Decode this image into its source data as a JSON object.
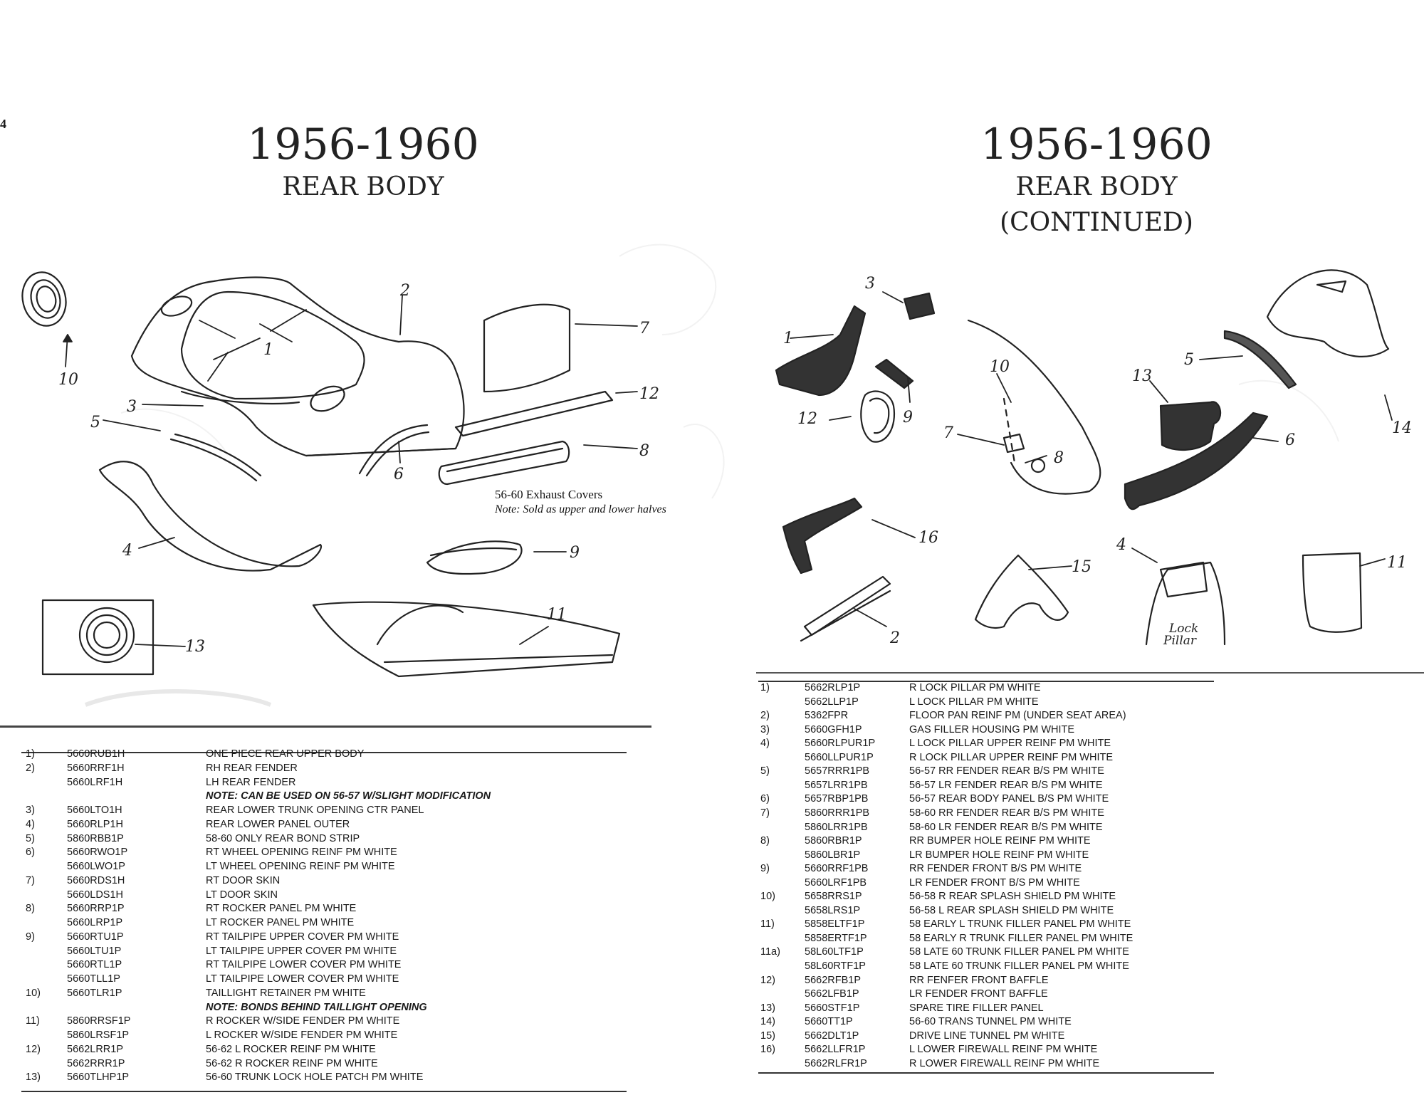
{
  "page_mark": "4",
  "left_header": {
    "year": "1956-1960",
    "title": "REAR BODY"
  },
  "right_header": {
    "year": "1956-1960",
    "title": "REAR BODY",
    "subtitle": "(CONTINUED)"
  },
  "left_caption": {
    "line1": "56-60 Exhaust Covers",
    "line2": "Note:  Sold as upper and lower halves"
  },
  "left_callouts": [
    "1",
    "2",
    "3",
    "4",
    "5",
    "6",
    "7",
    "8",
    "9",
    "10",
    "11",
    "12",
    "13"
  ],
  "right_callouts": [
    "1",
    "2",
    "3",
    "4",
    "5",
    "6",
    "7",
    "8",
    "9",
    "10",
    "12",
    "13",
    "14",
    "15",
    "16",
    "11"
  ],
  "right_lock_pillar_label": [
    "Lock",
    "Pillar"
  ],
  "left_table": [
    {
      "idx": "1)",
      "pn": "5660RUB1H",
      "desc": "ONE PIECE REAR UPPER BODY"
    },
    {
      "idx": "2)",
      "pn": "5660RRF1H",
      "desc": "RH REAR FENDER"
    },
    {
      "idx": "",
      "pn": "5660LRF1H",
      "desc": "LH  REAR FENDER"
    },
    {
      "idx": "",
      "pn": "",
      "desc": "NOTE: CAN BE USED ON 56-57 W/SLIGHT MODIFICATION",
      "note": true
    },
    {
      "idx": "3)",
      "pn": "5660LTO1H",
      "desc": "REAR LOWER TRUNK OPENING CTR PANEL"
    },
    {
      "idx": "4)",
      "pn": "5660RLP1H",
      "desc": "REAR LOWER PANEL OUTER"
    },
    {
      "idx": "5)",
      "pn": "5860RBB1P",
      "desc": "58-60 ONLY REAR BOND STRIP"
    },
    {
      "idx": "6)",
      "pn": "5660RWO1P",
      "desc": "RT WHEEL OPENING REINF PM WHITE"
    },
    {
      "idx": "",
      "pn": "5660LWO1P",
      "desc": "LT WHEEL OPENING REINF PM WHITE"
    },
    {
      "idx": "7)",
      "pn": "5660RDS1H",
      "desc": "RT DOOR SKIN"
    },
    {
      "idx": "",
      "pn": "5660LDS1H",
      "desc": "LT DOOR SKIN"
    },
    {
      "idx": "8)",
      "pn": "5660RRP1P",
      "desc": "RT ROCKER PANEL PM WHITE"
    },
    {
      "idx": "",
      "pn": "5660LRP1P",
      "desc": "LT ROCKER PANEL PM WHITE"
    },
    {
      "idx": "9)",
      "pn": "5660RTU1P",
      "desc": "RT TAILPIPE UPPER COVER PM WHITE"
    },
    {
      "idx": "",
      "pn": "5660LTU1P",
      "desc": "LT TAILPIPE UPPER COVER PM WHITE"
    },
    {
      "idx": "",
      "pn": "5660RTL1P",
      "desc": "RT TAILPIPE LOWER COVER PM WHITE"
    },
    {
      "idx": "",
      "pn": "5660TLL1P",
      "desc": "LT TAILPIPE LOWER COVER PM WHITE"
    },
    {
      "idx": "10)",
      "pn": "5660TLR1P",
      "desc": "TAILLIGHT RETAINER PM WHITE"
    },
    {
      "idx": "",
      "pn": "",
      "desc": "NOTE: BONDS BEHIND TAILLIGHT OPENING",
      "note": true
    },
    {
      "idx": "11)",
      "pn": "5860RRSF1P",
      "desc": "R ROCKER W/SIDE FENDER PM WHITE"
    },
    {
      "idx": "",
      "pn": "5860LRSF1P",
      "desc": "L ROCKER W/SIDE FENDER PM WHITE"
    },
    {
      "idx": "12)",
      "pn": "5662LRR1P",
      "desc": "56-62 L ROCKER REINF PM WHITE"
    },
    {
      "idx": "",
      "pn": "5662RRR1P",
      "desc": "56-62 R ROCKER REINF PM WHITE"
    },
    {
      "idx": "13)",
      "pn": "5660TLHP1P",
      "desc": "56-60 TRUNK LOCK HOLE PATCH PM WHITE"
    }
  ],
  "right_table": [
    {
      "idx": "1)",
      "pn": "5662RLP1P",
      "desc": "R LOCK PILLAR PM WHITE"
    },
    {
      "idx": "",
      "pn": "5662LLP1P",
      "desc": "L LOCK PILLAR PM WHITE"
    },
    {
      "idx": "2)",
      "pn": "5362FPR",
      "desc": "FLOOR PAN REINF PM (UNDER SEAT AREA)"
    },
    {
      "idx": "3)",
      "pn": "5660GFH1P",
      "desc": "GAS FILLER HOUSING PM WHITE"
    },
    {
      "idx": "4)",
      "pn": "5660RLPUR1P",
      "desc": "L LOCK PILLAR UPPER REINF PM WHITE"
    },
    {
      "idx": "",
      "pn": "5660LLPUR1P",
      "desc": "R LOCK PILLAR UPPER REINF PM WHITE"
    },
    {
      "idx": "5)",
      "pn": "5657RRR1PB",
      "desc": "56-57 RR FENDER REAR B/S PM WHITE"
    },
    {
      "idx": "",
      "pn": "5657LRR1PB",
      "desc": "56-57 LR FENDER REAR B/S PM WHITE"
    },
    {
      "idx": "6)",
      "pn": "5657RBP1PB",
      "desc": "56-57 REAR BODY PANEL B/S PM WHITE"
    },
    {
      "idx": "7)",
      "pn": "5860RRR1PB",
      "desc": "58-60 RR FENDER REAR B/S PM WHITE"
    },
    {
      "idx": "",
      "pn": "5860LRR1PB",
      "desc": "58-60 LR FENDER REAR B/S PM WHITE"
    },
    {
      "idx": "8)",
      "pn": "5860RBR1P",
      "desc": "RR BUMPER HOLE REINF PM WHITE"
    },
    {
      "idx": "",
      "pn": "5860LBR1P",
      "desc": "LR BUMPER HOLE REINF PM WHITE"
    },
    {
      "idx": "9)",
      "pn": "5660RRF1PB",
      "desc": "RR FENDER FRONT B/S PM WHITE"
    },
    {
      "idx": "",
      "pn": "5660LRF1PB",
      "desc": "LR FENDER FRONT B/S PM WHITE"
    },
    {
      "idx": "10)",
      "pn": "5658RRS1P",
      "desc": "56-58 R REAR SPLASH SHIELD PM WHITE"
    },
    {
      "idx": "",
      "pn": "5658LRS1P",
      "desc": "56-58 L REAR SPLASH SHIELD PM WHITE"
    },
    {
      "idx": "11)",
      "pn": "5858ELTF1P",
      "desc": "58 EARLY L TRUNK FILLER PANEL PM WHITE"
    },
    {
      "idx": "",
      "pn": "5858ERTF1P",
      "desc": "58 EARLY R TRUNK FILLER PANEL PM WHITE"
    },
    {
      "idx": "11a)",
      "pn": "58L60LTF1P",
      "desc": "58 LATE  60 TRUNK FILLER PANEL PM WHITE"
    },
    {
      "idx": "",
      "pn": "58L60RTF1P",
      "desc": "58 LATE  60 TRUNK FILLER PANEL PM WHITE"
    },
    {
      "idx": "12)",
      "pn": "5662RFB1P",
      "desc": "RR FENFER FRONT BAFFLE"
    },
    {
      "idx": "",
      "pn": "5662LFB1P",
      "desc": "LR FENDER FRONT BAFFLE"
    },
    {
      "idx": "13)",
      "pn": "5660STF1P",
      "desc": "SPARE TIRE FILLER PANEL"
    },
    {
      "idx": "14)",
      "pn": "5660TT1P",
      "desc": "56-60 TRANS TUNNEL PM WHITE"
    },
    {
      "idx": "15)",
      "pn": "5662DLT1P",
      "desc": "DRIVE LINE TUNNEL PM WHITE"
    },
    {
      "idx": "16)",
      "pn": "5662LLFR1P",
      "desc": "L LOWER FIREWALL REINF PM WHITE"
    },
    {
      "idx": "",
      "pn": "5662RLFR1P",
      "desc": "R LOWER FIREWALL REINF PM WHITE"
    }
  ]
}
